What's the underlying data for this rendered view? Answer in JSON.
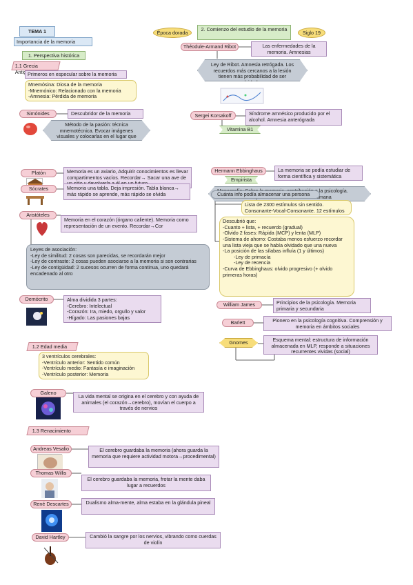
{
  "header": {
    "tema": "TEMA 1",
    "subtitle": "Importancia de la memoria"
  },
  "left": {
    "s1_title": "1. Perspectiva histórica",
    "s11_title": "1.1 Grecia Antigua",
    "s11_intro": "Primeros en especular sobre la memoria",
    "s11_defs": [
      "Mnemósina: Diosa de la memoria",
      "-Mnemónico: Relacionado con la memoria",
      "-Amnesia: Pérdida de memoria"
    ],
    "simonides_name": "Simónides",
    "simonides_desc": "Descubridor de la memoria",
    "method": "Método de la pasión: técnica mnemotécnica. Evocar imágenes visuales y colocarlas en el lugar que toca",
    "platon_name": "Platón",
    "platon_desc": "Memoria es un aviario, Adquirir conocimientos es llevar compartimentos vacíos. Recordar→ Sacar una ave de un sitio y devolverla a él en un futuro",
    "socrates_name": "Sócrates",
    "socrates_desc": "Memoria una tabla. Deja impresión. Tabla blanca→ más rápido se aprende, más rápido se olvida",
    "aristoteles_name": "Aristóteles",
    "aristoteles_desc": "Memoria en el corazón (órgano caliente). Memoria como representación de un evento. Recordar→Cor",
    "laws": [
      "Leyes de asociación:",
      "-Ley de similitud: 2 cosas son parecidas, se recordarán mejor",
      "-Ley de contraste: 2 cosas pueden asociarse a la memoria si son contrarias",
      "-Ley de contigüidad: 2 sucesos ocurren de forma continua, uno quedará encadenado al otro"
    ],
    "democrito_name": "Demócrito",
    "democrito_desc": [
      "Alma dividida 3 partes:",
      "-Cerebro: Intelectual",
      "-Corazón: Ira, miedo, orgullo y valor",
      "-Hígado: Las pasiones bajas"
    ],
    "s12_title": "1.2 Edad media",
    "s12_desc": [
      "3 ventrículos cerebrales:",
      "-Ventrículo anterior: Sentido común",
      "-Ventrículo medio: Fantasía e imaginación",
      "-Ventrículo posterior: Memoria"
    ],
    "galeno_name": "Galeno",
    "galeno_desc": "La vida mental se origina en el cerebro y con ayuda de animales (el corazón→cerebro), movían el cuerpo a través de nervios",
    "s13_title": "1.3 Renacimiento",
    "vesalio_name": "Andreas Vesalio",
    "vesalio_desc": "El cerebro guardaba la memoria (ahora guarda la memoria que requiere actividad motora→procedimental)",
    "willis_name": "Thomas Willis",
    "willis_desc": "El cerebro guardaba la memoria, frotar la mente daba lugar a recuerdos",
    "descartes_name": "René Descartes",
    "descartes_desc": "Dualismo alma-mente, alma estaba en la glándula pineal",
    "hartley_name": "David Hartley",
    "hartley_desc": "Cambió la sangre por los nervios, vibrando como cuerdas de violín"
  },
  "right": {
    "epoca": "Época dorada",
    "s2_title": "2. Comienzo del estudio de la memoria",
    "siglo": "Siglo 19",
    "ribot_name": "Théodule-Armand Ribot",
    "ribot_desc": "Las enfermedades de la memoria. Amnesias",
    "ley_ribot": "Ley de Ribot. Amnesia retrógada. Los recuerdos más cercanos a la lesión tienen más probabilidad de ser olvidados",
    "korsakoff_name": "Sergei Korsakoff",
    "korsakoff_desc": "Síndrome amnésico producido por el alcohol. Amnesia anterógrada",
    "vitamina": "Vitamina B1",
    "ebbinghaus_name": "Hermann Ebbinghaus",
    "empirista": "Empirista",
    "ebbinghaus_desc": "La memoria se podía estudiar de forma científica y sistemática",
    "monografia": "Monografía: Sobre la memoria, contribución a la psicología. Primer análisis experimental de la memoria humana",
    "cuanta": "Cuánta info podía almacenar una persona",
    "lista": "Lista de 2300 estímulos sin sentido. Consonante-Vocal-Consonante. 12 estímulos",
    "descubrio": [
      "Descubrió que:",
      "-Cuanto + lista, + recuerdo (gradual)",
      "-Olvido 2 fases: Rápida (MCP) y lenta (MLP)",
      "-Sistema de ahorro: Costaba menos esfuerzo recordar una lista vieja que se había olvidado que una nueva",
      "-La posición de las sílabas influía (1 y últimos)",
      "        -Ley de primacía",
      "        -Ley de recencia",
      "-Curva de Ebbinghaus: olvido progresivo (+ olvido primeras horas)"
    ],
    "james_name": "William James",
    "james_desc": "Principios de la psicología. Memoria primaria y secundaria",
    "bartlett_name": "Barlett",
    "bartlett_desc": "Pionero en la psicología cognitiva. Comprensión y memoria en ámbitos sociales",
    "gnomes": "Gnomes",
    "esquema": "Esquema mental: estructura de información almacenada en MLP, responde a situaciones recurrentes vividas (social)"
  },
  "colors": {
    "blue": "#dbe8f5",
    "purple": "#eadcef",
    "yellow": "#fdf7d2",
    "pink": "#f6cfd6",
    "slate": "#c5ccd5",
    "gold": "#f7dd7a",
    "green": "#d7ecc8"
  }
}
